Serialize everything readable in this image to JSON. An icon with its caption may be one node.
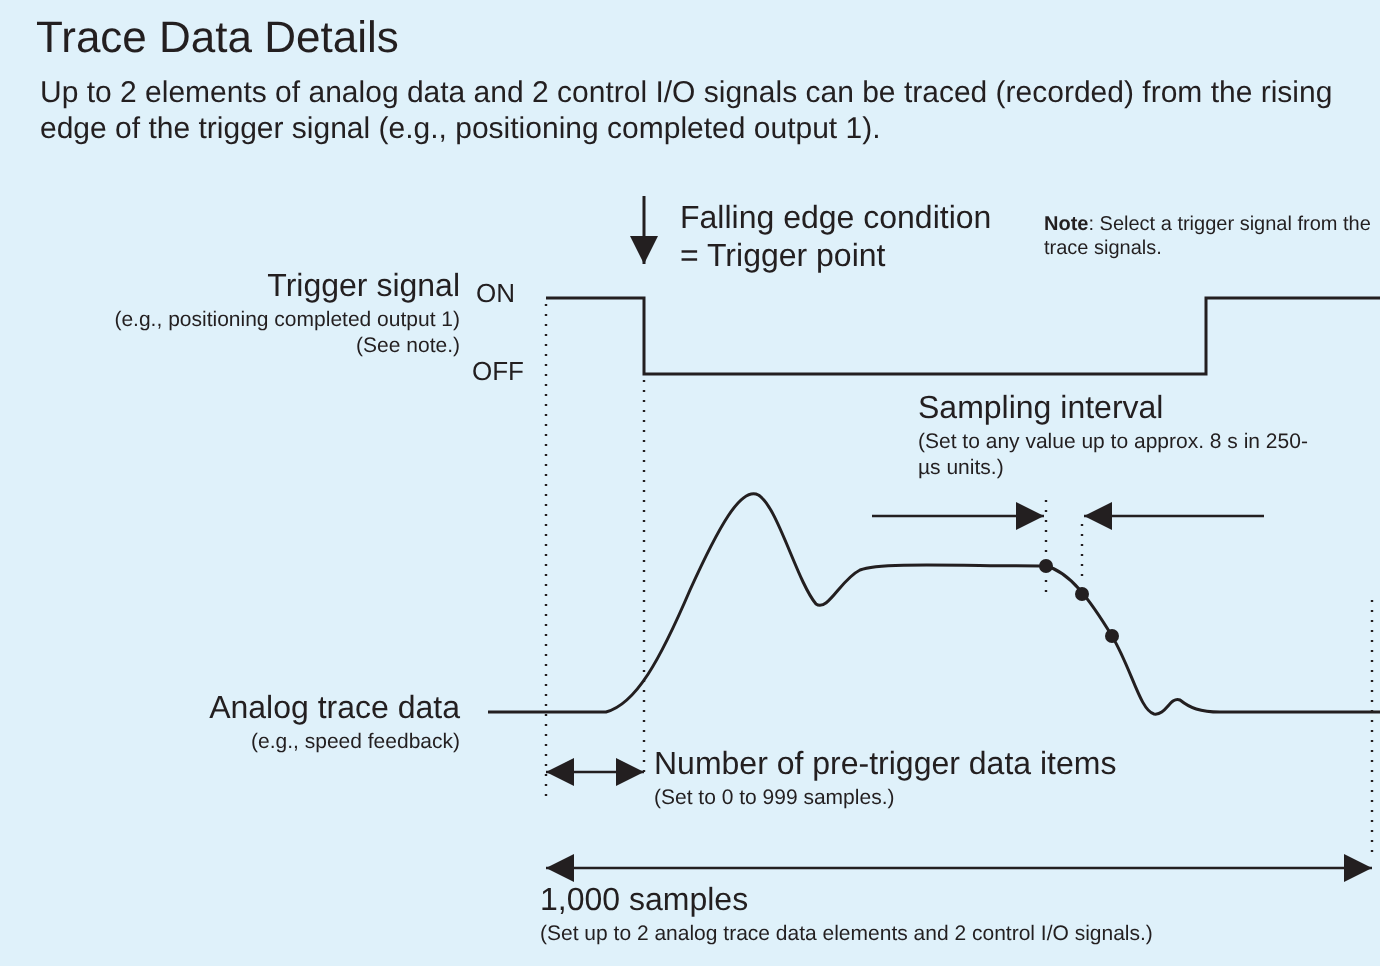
{
  "diagram": {
    "title": "Trace Data Details",
    "labels": [
      "Up to 2 elements of analog data and 2 control I/O signals can be traced (recorded) from the rising edge of the trigger signal (e.g., positioning completed output 1).",
      "Falling edge condition = Trigger point",
      "**Note**: Select a trigger signal from the trace signals.",
      "Trigger signal",
      "(e.g., positioning completed output 1) (See note.)",
      "ON",
      "OFF",
      "Sampling interval",
      "(Set to any value up to approx. 8 s in 250-µs units.)",
      "Analog trace data",
      "(e.g., speed feedback)",
      "Number of pre-trigger data items",
      "(Set to 0 to 999 samples.)",
      "1,000 samples",
      "(Set up to 2 analog trace data elements and 2 control I/O signals.)"
    ]
  }
}
